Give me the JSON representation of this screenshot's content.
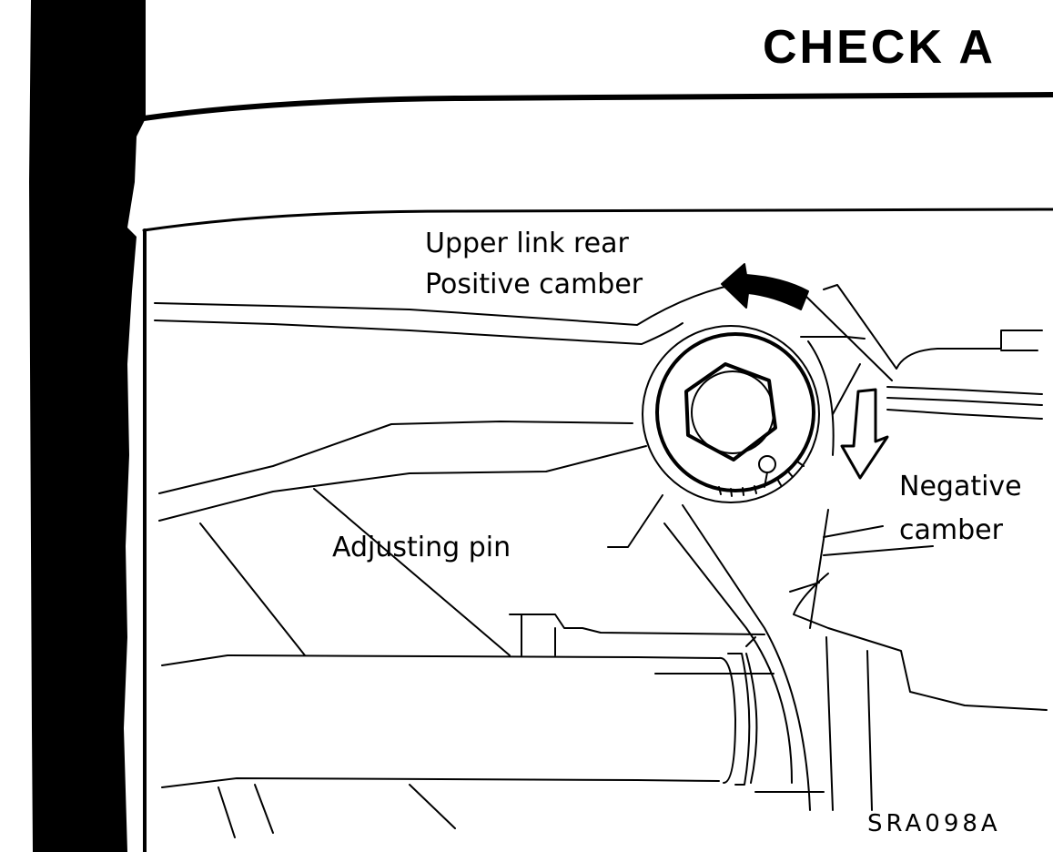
{
  "page": {
    "heading": "CHECK A",
    "figure_code": "SRA098A"
  },
  "diagram": {
    "subject": "Upper link camber adjustment",
    "labels": {
      "upper_link_rear": "Upper link rear",
      "positive_camber": "Positive camber",
      "negative_camber_line1": "Negative",
      "negative_camber_line2": "camber",
      "adjusting_pin": "Adjusting pin"
    },
    "arrows": [
      {
        "name": "positive-camber-arrow",
        "direction": "counter-clockwise",
        "style": "solid"
      },
      {
        "name": "negative-camber-arrow",
        "direction": "clockwise",
        "style": "outline"
      }
    ],
    "colors": {
      "ink": "#000000",
      "paper": "#ffffff"
    }
  }
}
